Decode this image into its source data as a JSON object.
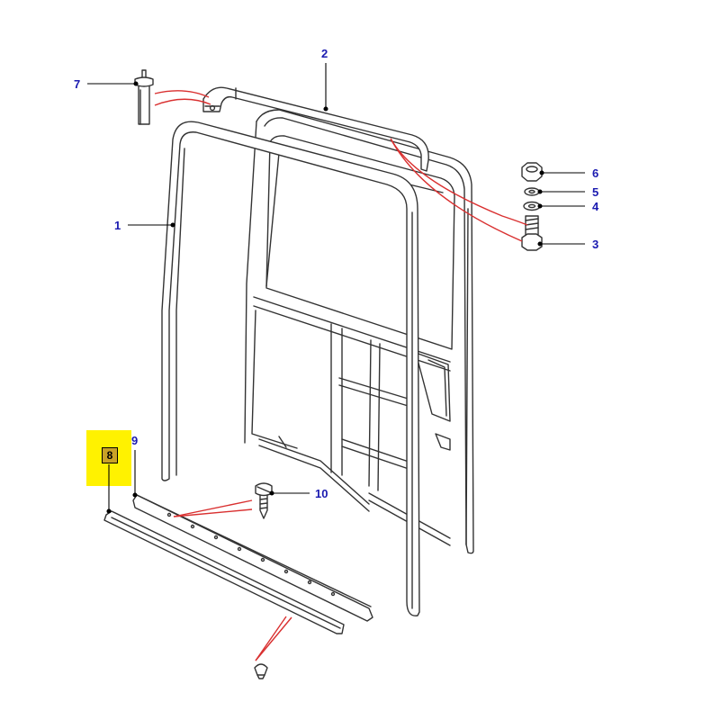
{
  "colors": {
    "callout_text": "#1a1ab0",
    "leader_red": "#d93030",
    "line_art": "#333333",
    "highlight": "#fff200",
    "badge_fill": "#c9a227"
  },
  "callouts": [
    {
      "id": "1",
      "label": "1"
    },
    {
      "id": "2",
      "label": "2"
    },
    {
      "id": "3",
      "label": "3"
    },
    {
      "id": "4",
      "label": "4"
    },
    {
      "id": "5",
      "label": "5"
    },
    {
      "id": "6",
      "label": "6"
    },
    {
      "id": "7",
      "label": "7"
    },
    {
      "id": "8",
      "label": "8"
    },
    {
      "id": "9",
      "label": "9"
    },
    {
      "id": "10",
      "label": "10"
    }
  ],
  "highlighted_part": "8"
}
